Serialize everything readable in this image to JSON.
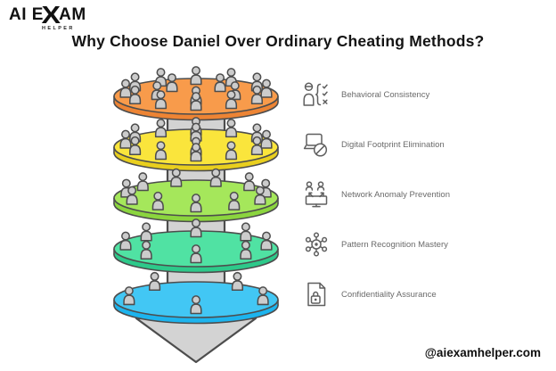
{
  "logo": {
    "prefix": "AI E",
    "x_glyph": "X",
    "suffix": "AM",
    "subtitle": "HELPER"
  },
  "title": "Why Choose Daniel Over Ordinary Cheating Methods?",
  "footer": {
    "handle": "@aiexamhelper.com"
  },
  "funnel": {
    "column_color": "#d3d3d3",
    "outline_color": "#4d4d4d",
    "person_color": "#cccccc",
    "tiers": [
      {
        "label": "Behavioral Consistency",
        "icon": "person-checklist-icon",
        "top_color": "#f89b4b",
        "rim_color": "#ed8434",
        "people": 17
      },
      {
        "label": "Digital Footprint Elimination",
        "icon": "laptop-blocked-icon",
        "top_color": "#fae53c",
        "rim_color": "#e9cf1e",
        "people": 14
      },
      {
        "label": "Network Anomaly Prevention",
        "icon": "monitor-users-icon",
        "top_color": "#a5e75b",
        "rim_color": "#8bd53e",
        "people": 11
      },
      {
        "label": "Pattern Recognition Mastery",
        "icon": "network-hub-icon",
        "top_color": "#50e2a3",
        "rim_color": "#2dc98a",
        "people": 8
      },
      {
        "label": "Confidentiality Assurance",
        "icon": "document-lock-icon",
        "top_color": "#42c7f4",
        "rim_color": "#1cb4ee",
        "people": 5
      }
    ]
  }
}
